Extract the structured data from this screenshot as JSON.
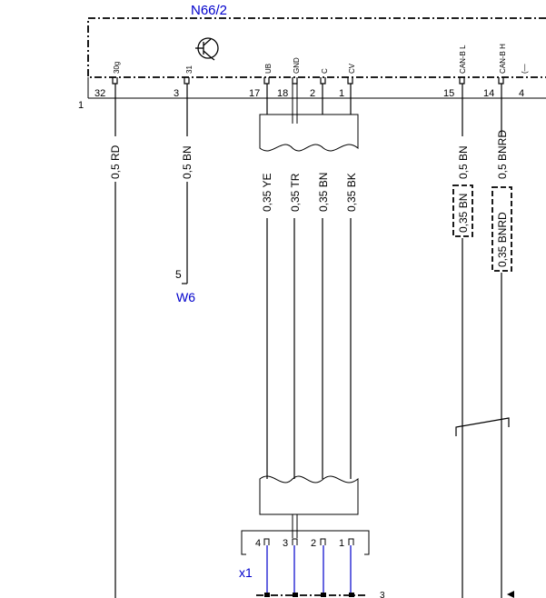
{
  "component": {
    "name": "N66/2",
    "row_number": "1",
    "pins": [
      {
        "function": "30g",
        "pin": "32"
      },
      {
        "function": "31",
        "pin": "3"
      },
      {
        "function": "UB",
        "pin": "17"
      },
      {
        "function": "GND",
        "pin": "18"
      },
      {
        "function": "C",
        "pin": "2"
      },
      {
        "function": "CV",
        "pin": "1"
      },
      {
        "function": "CAN-B L",
        "pin": "15"
      },
      {
        "function": "CAN-B H",
        "pin": "14"
      },
      {
        "function": "",
        "pin": "4"
      }
    ]
  },
  "wires": [
    {
      "label": "0,5 RD"
    },
    {
      "label": "0,5 BN"
    },
    {
      "label": "0,35 YE"
    },
    {
      "label": "0,35 TR"
    },
    {
      "label": "0,35 BN"
    },
    {
      "label": "0,35 BK"
    },
    {
      "label": "0,5 BN",
      "alt_label": "0,35 BN"
    },
    {
      "label": "0,5 BNRD",
      "alt_label": "0,35 BNRD"
    }
  ],
  "ground_ref": {
    "pin": "5",
    "name": "W6"
  },
  "connector_x1": {
    "name": "x1",
    "pins": [
      "4",
      "3",
      "2",
      "1"
    ],
    "next_pin": "3"
  },
  "colors": {
    "line": "#000000",
    "label_blue": "#0000cc"
  }
}
